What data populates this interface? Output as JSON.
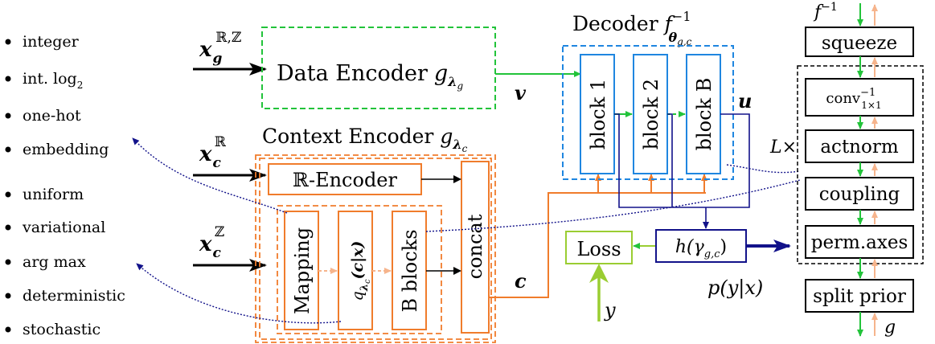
{
  "options": {
    "group1": [
      "integer",
      "int. log",
      "one-hot",
      "embedding"
    ],
    "group2": [
      "uniform",
      "variational",
      "arg max",
      "deterministic",
      "stochastic"
    ],
    "log_subscript": "2"
  },
  "inputs": {
    "xg": {
      "base": "x",
      "sub": "g",
      "sup": "ℝ,ℤ"
    },
    "xcR": {
      "base": "x",
      "sub": "c",
      "sup": "ℝ"
    },
    "xcZ": {
      "base": "x",
      "sub": "c",
      "sup": "ℤ"
    }
  },
  "data_encoder": {
    "label": "Data Encoder",
    "sym": "g",
    "sub": "λ",
    "subsub": "g"
  },
  "context_encoder": {
    "label": "Context Encoder",
    "sym": "g",
    "sub": "λ",
    "subsub": "c"
  },
  "r_encoder": {
    "label": "ℝ-Encoder"
  },
  "mapping": {
    "label": "Mapping"
  },
  "q_block": {
    "q": "q",
    "sub": "λ",
    "subsub": "c",
    "arg": "(c|x)"
  },
  "b_blocks": {
    "label": "B blocks"
  },
  "concat": {
    "label": "concat"
  },
  "decoder": {
    "label": "Decoder",
    "sym": "f",
    "sup": "−1",
    "sub": "θ",
    "subsub": "g,c",
    "blocks": [
      "block 1",
      "block 2",
      "block B"
    ]
  },
  "vars": {
    "v": "v",
    "u": "u",
    "c": "c",
    "y": "y"
  },
  "loss": {
    "label": "Loss"
  },
  "h_box": {
    "label": "h(γ",
    "sub": "g,c",
    "close": ")"
  },
  "posterior": {
    "label": "p(y|x)"
  },
  "flow": {
    "top": "f",
    "top_sup": "−1",
    "bottom": "g",
    "repeat": "L×",
    "squeeze": "squeeze",
    "conv": "conv",
    "conv_sup": "−1",
    "conv_sub": "1×1",
    "actnorm": "actnorm",
    "coupling": "coupling",
    "perm": "perm.axes",
    "split": "split prior"
  },
  "colors": {
    "green": "#22c33a",
    "orange": "#f07c2c",
    "blue": "#1f86e0",
    "navy": "#12128a",
    "lime": "#9acd32",
    "peach": "#f6b48c"
  }
}
